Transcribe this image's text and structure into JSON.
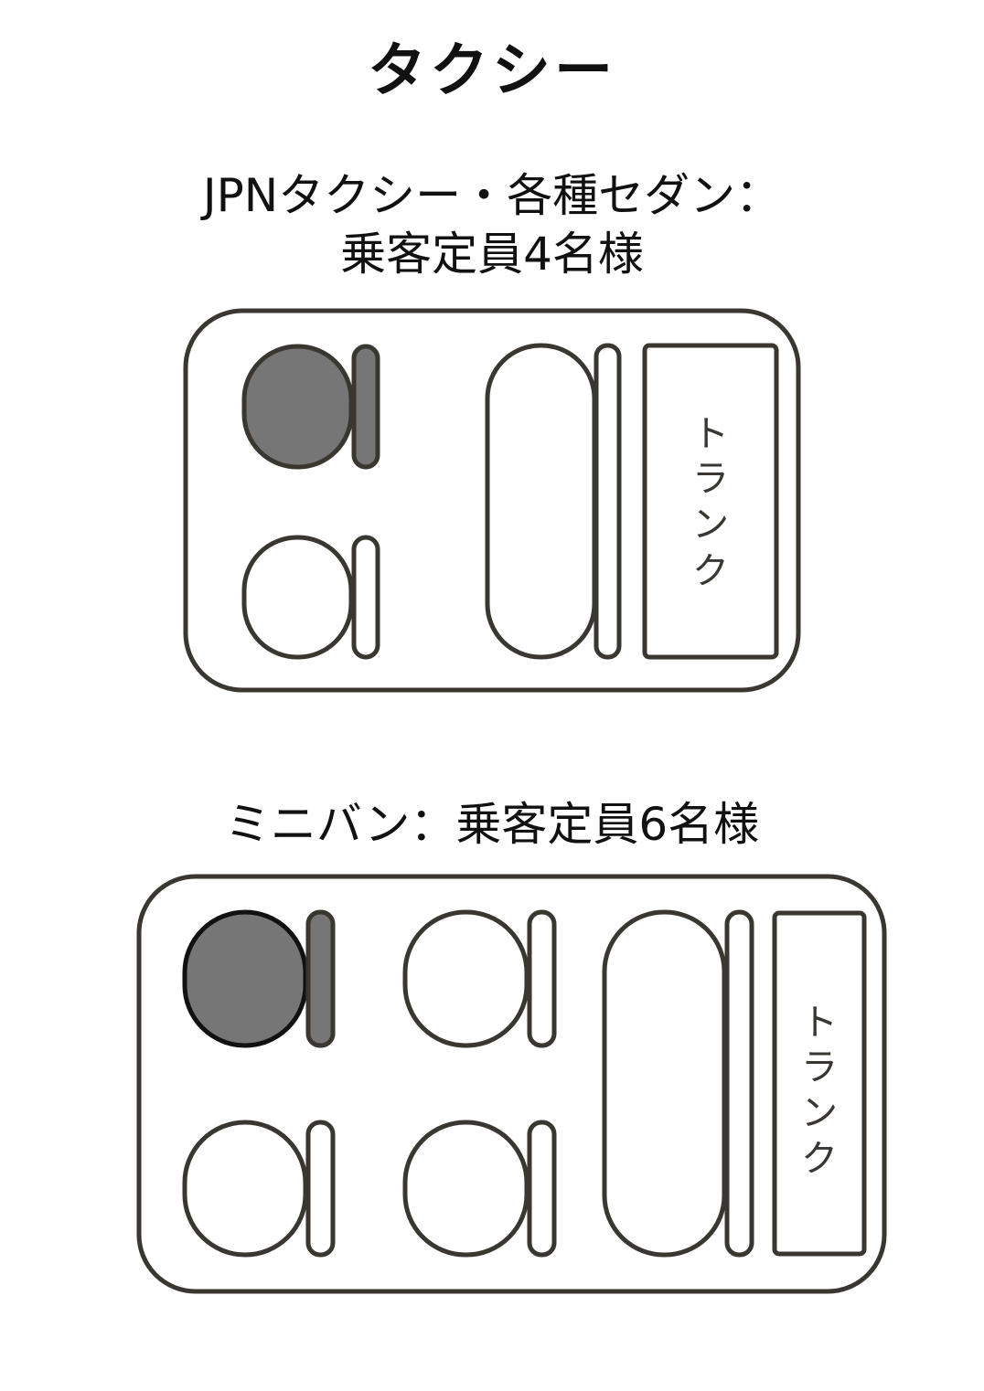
{
  "page": {
    "title": "タクシー"
  },
  "sedan": {
    "heading_line1": "JPNタクシー・各種セダン：",
    "heading_line2": "乗客定員4名様",
    "capacity": 4,
    "trunk_label": [
      "ト",
      "ラ",
      "ン",
      "ク"
    ],
    "seats": [
      {
        "position": "front-left",
        "role": "driver",
        "filled": true
      },
      {
        "position": "rear-left",
        "role": "passenger",
        "filled": false
      },
      {
        "position": "rear-bench",
        "role": "passenger-bench",
        "filled": false
      }
    ]
  },
  "minivan": {
    "heading": "ミニバン：乗客定員6名様",
    "capacity": 6,
    "trunk_label": [
      "ト",
      "ラ",
      "ン",
      "ク"
    ],
    "seats": [
      {
        "position": "row1-top",
        "role": "driver",
        "filled": true
      },
      {
        "position": "row1-bottom",
        "role": "passenger",
        "filled": false
      },
      {
        "position": "row2-top",
        "role": "passenger",
        "filled": false
      },
      {
        "position": "row2-bottom",
        "role": "passenger",
        "filled": false
      },
      {
        "position": "row3-bench",
        "role": "passenger-bench",
        "filled": false
      }
    ]
  },
  "colors": {
    "outline": "#3a3630",
    "driver_fill": "#767676",
    "driver_outline_minivan": "#111111",
    "background": "#ffffff"
  }
}
